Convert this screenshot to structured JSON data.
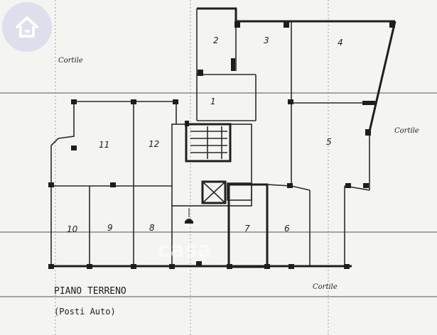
{
  "plan": {
    "title": "PIANO TERRENO",
    "subtitle": "(Posti Auto)",
    "courtyard_label": "Cortile",
    "rooms": [
      "1",
      "2",
      "3",
      "4",
      "5",
      "6",
      "7",
      "8",
      "9",
      "10",
      "11",
      "12"
    ]
  },
  "watermark": {
    "text": "casa",
    "icon": "house-logo-icon"
  },
  "colors": {
    "paper": "#f4f4f1",
    "ink": "#1f1f1f"
  }
}
